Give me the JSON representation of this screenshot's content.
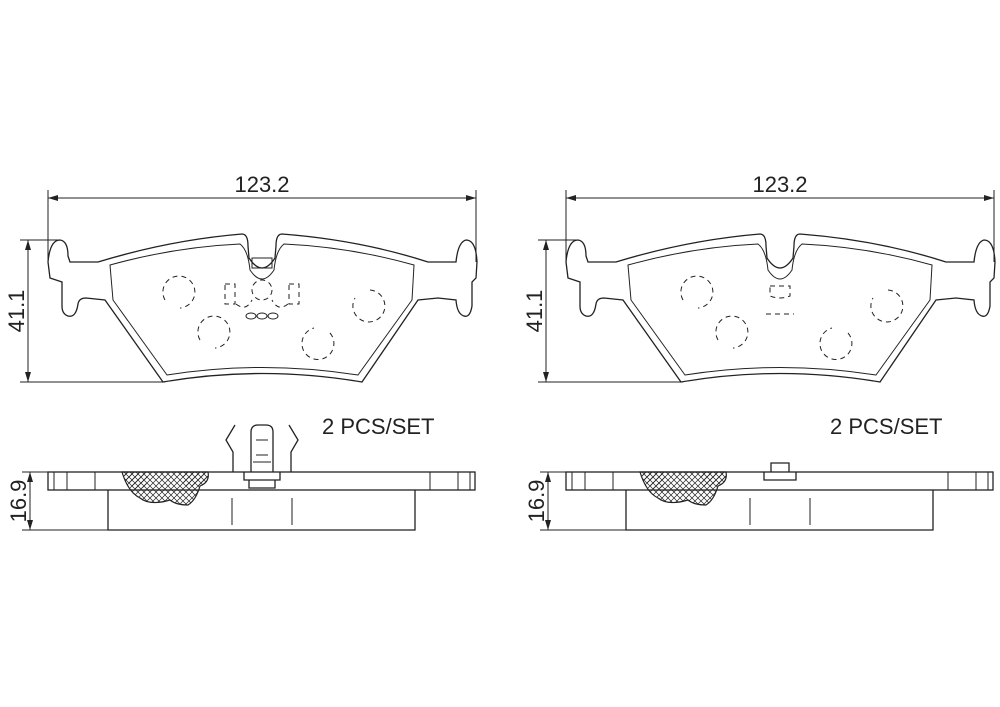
{
  "views": [
    {
      "width_dim": "123.2",
      "height_dim": "41.1",
      "thickness_dim": "16.9",
      "quantity": "2  PCS/SET",
      "variant": "with-clip"
    },
    {
      "width_dim": "123.2",
      "height_dim": "41.1",
      "thickness_dim": "16.9",
      "quantity": "2  PCS/SET",
      "variant": "without-clip"
    }
  ],
  "colors": {
    "line": "#222222",
    "background": "#ffffff"
  }
}
